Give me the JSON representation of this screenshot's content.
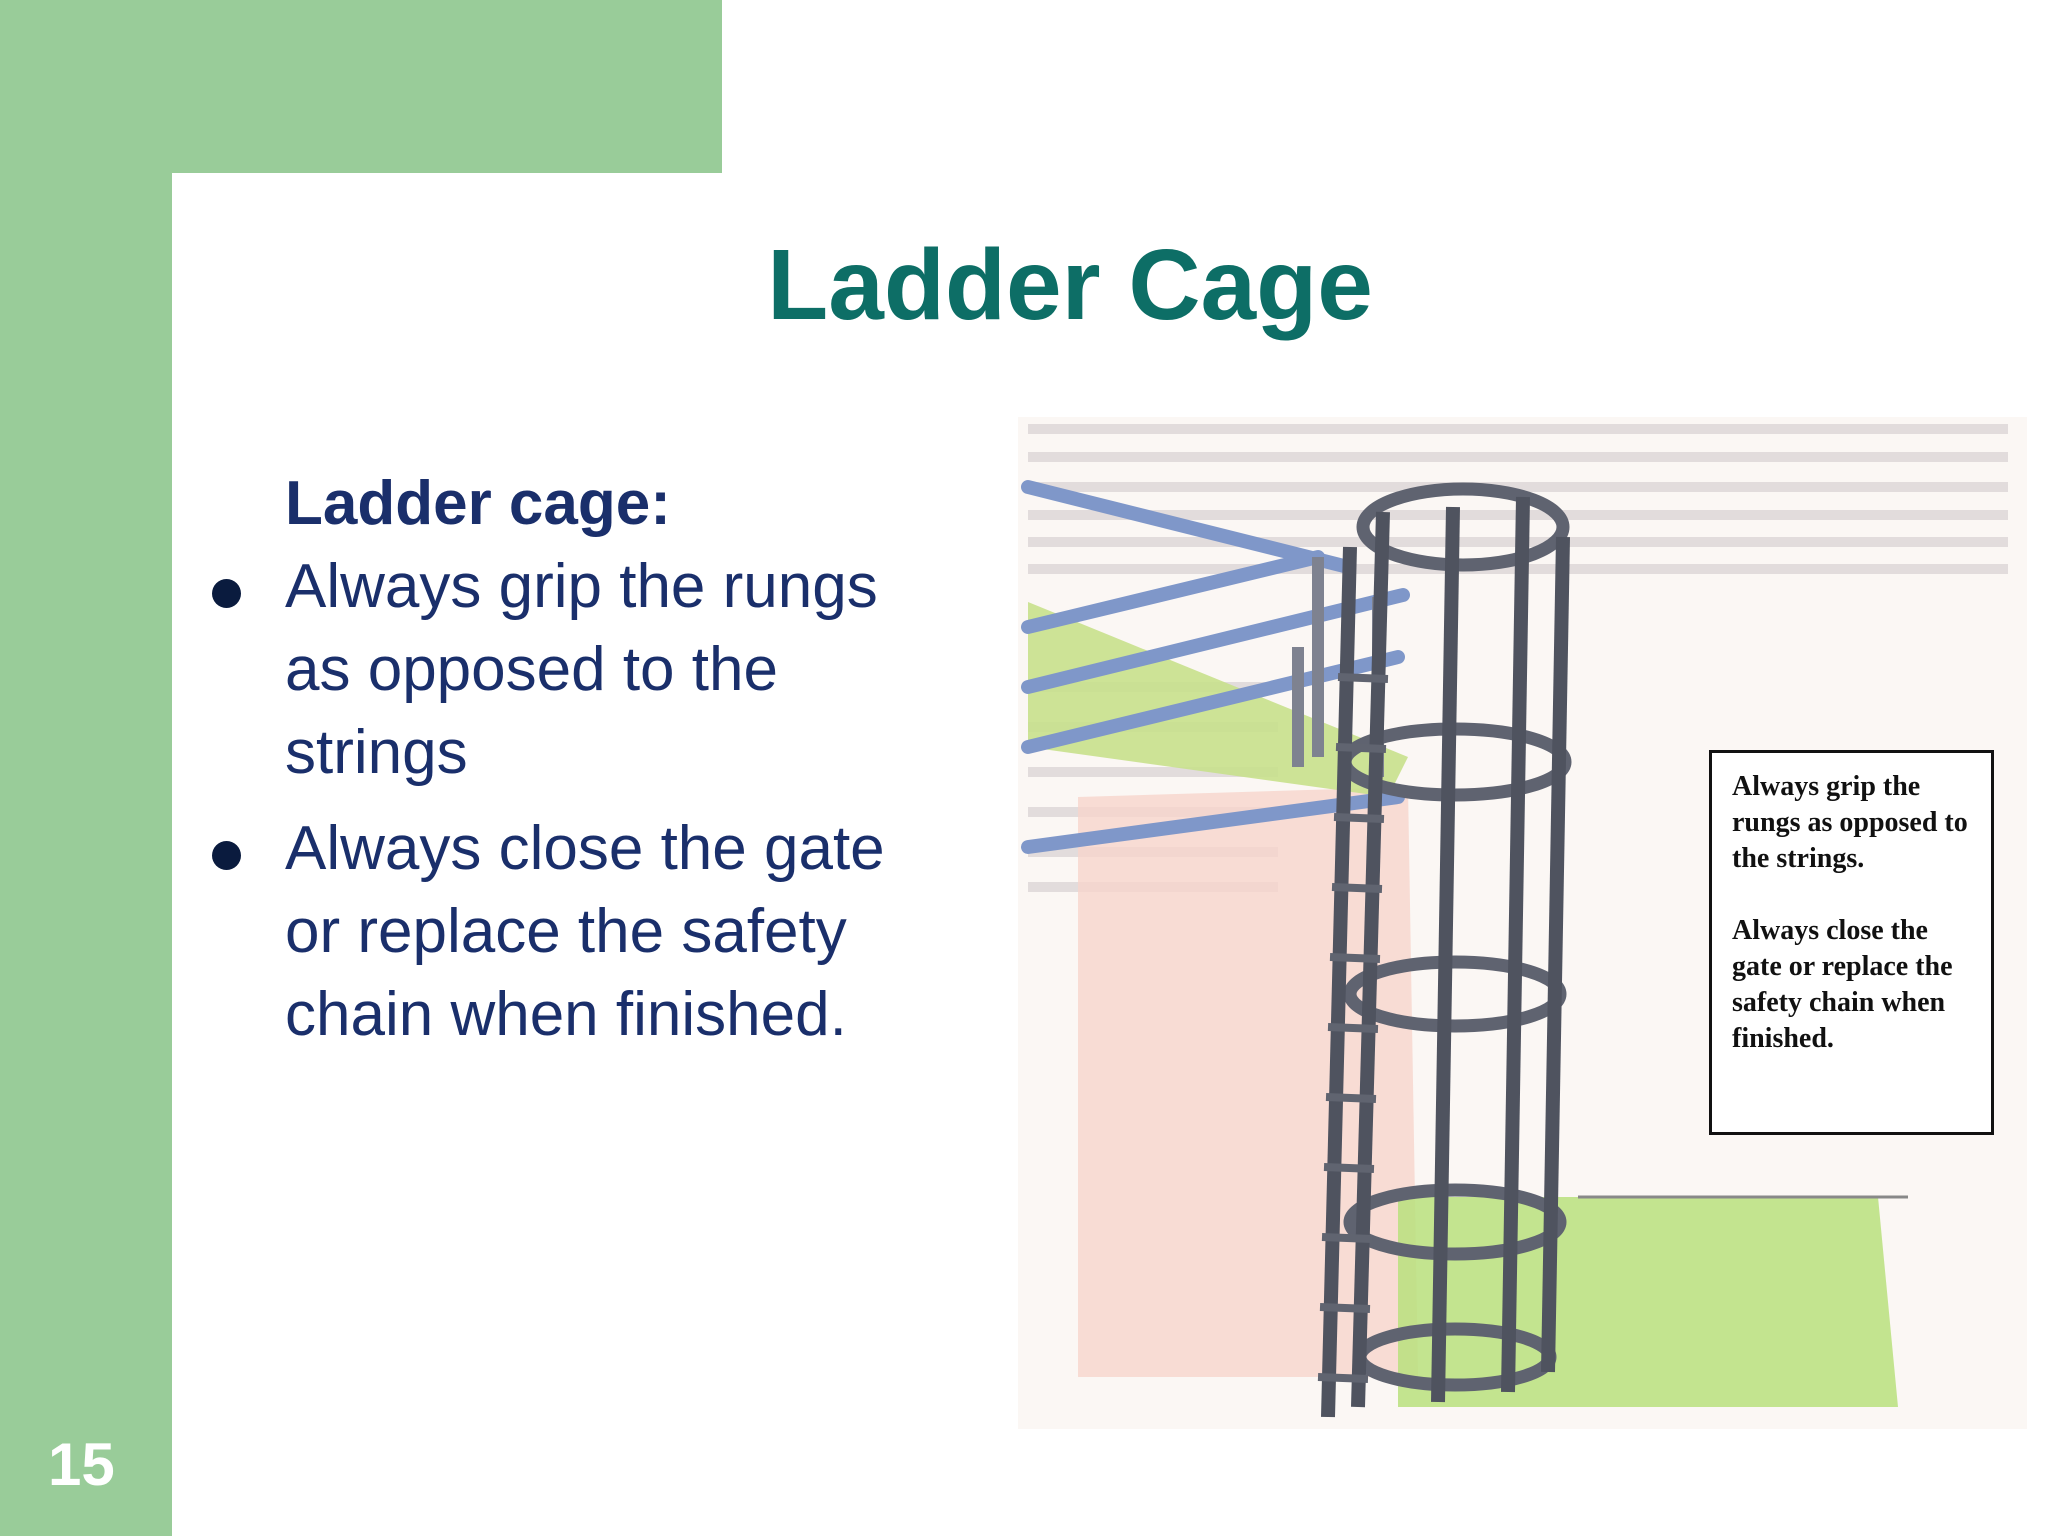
{
  "slide": {
    "number": "15",
    "title": "Ladder Cage"
  },
  "content": {
    "heading": "Ladder cage:",
    "bullets": [
      "Always grip the rungs as opposed to the strings",
      "Always close the gate or replace the safety chain when finished."
    ]
  },
  "illustration": {
    "callout_text": [
      "Always grip the rungs as opposed to the strings.",
      "Always close the gate or replace the safety chain when finished."
    ]
  },
  "colors": {
    "sidebar_green": "#99cc99",
    "title_teal": "#0d6e66",
    "body_navy": "#1a2f6b"
  }
}
